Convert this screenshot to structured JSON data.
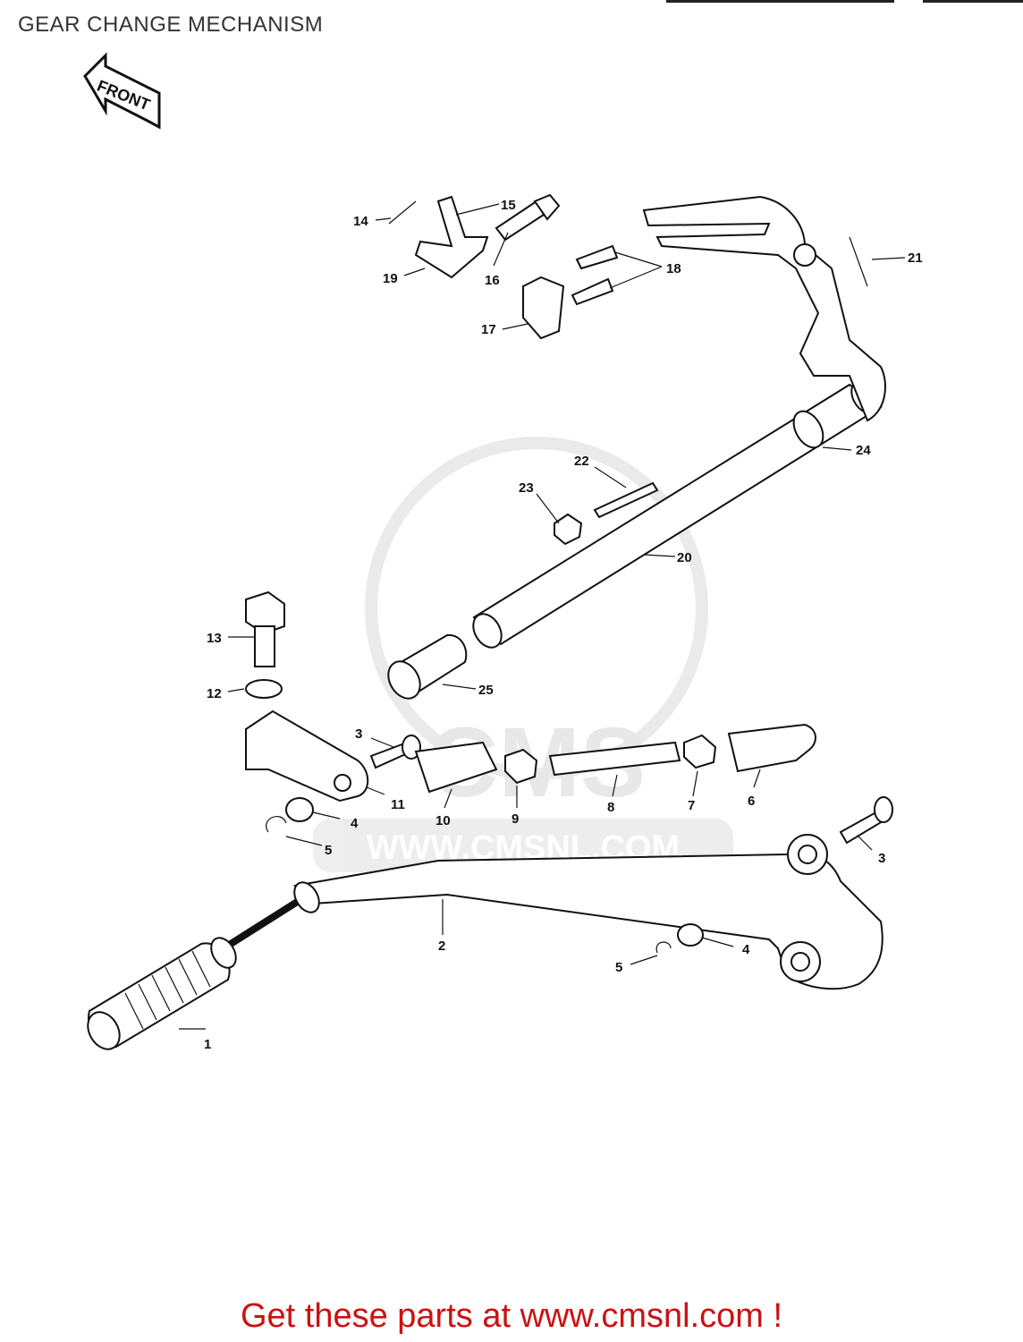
{
  "page": {
    "title": "GEAR CHANGE MECHANISM",
    "front_label": "FRONT",
    "footer": "Get these parts at www.cmsnl.com !",
    "watermark_text": "WWW.CMSNL.COM",
    "watermark_logo": "CMS",
    "footer_color": "#cc1111"
  },
  "callouts": [
    {
      "label": "1"
    },
    {
      "label": "2"
    },
    {
      "label": "3"
    },
    {
      "label": "3"
    },
    {
      "label": "4"
    },
    {
      "label": "4"
    },
    {
      "label": "5"
    },
    {
      "label": "5"
    },
    {
      "label": "6"
    },
    {
      "label": "7"
    },
    {
      "label": "8"
    },
    {
      "label": "9"
    },
    {
      "label": "10"
    },
    {
      "label": "11"
    },
    {
      "label": "12"
    },
    {
      "label": "13"
    },
    {
      "label": "14"
    },
    {
      "label": "15"
    },
    {
      "label": "16"
    },
    {
      "label": "17"
    },
    {
      "label": "18"
    },
    {
      "label": "19"
    },
    {
      "label": "20"
    },
    {
      "label": "21"
    },
    {
      "label": "22"
    },
    {
      "label": "23"
    },
    {
      "label": "24"
    },
    {
      "label": "25"
    }
  ]
}
